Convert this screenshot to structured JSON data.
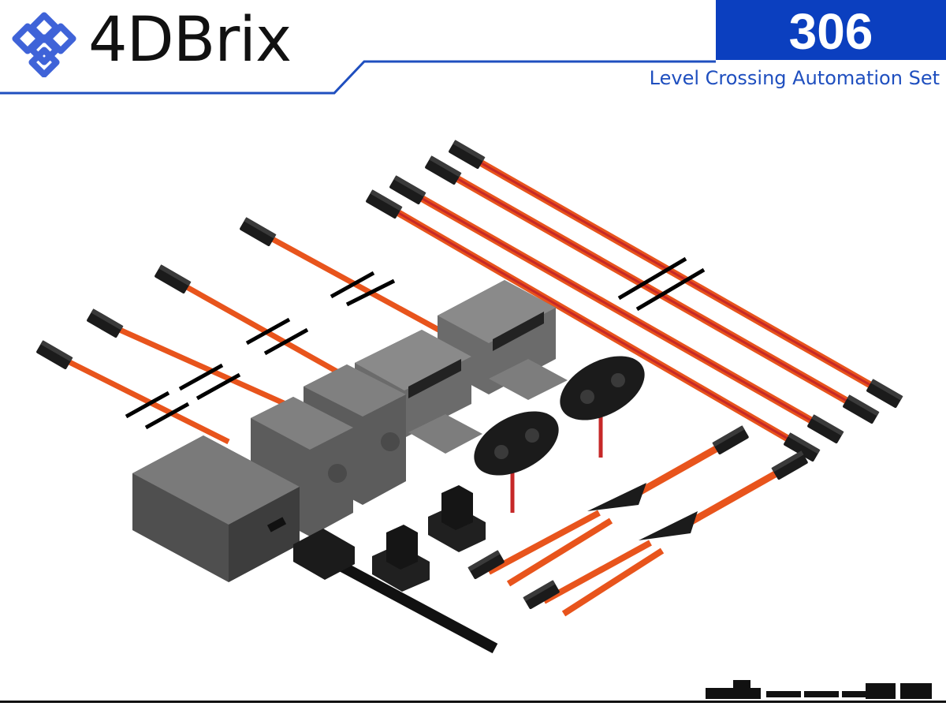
{
  "brand": {
    "name": "4DBrix",
    "logo_icon": "knot-logo-icon",
    "accent": "#1f4fbf"
  },
  "header": {
    "set_number": "306",
    "set_name": "Level Crossing Automation Set",
    "badge_color": "#0b3fbf"
  },
  "illustration": {
    "items": [
      "control-box",
      "servo-motor",
      "servo-motor",
      "crossing-barrier",
      "crossing-barrier",
      "ir-sensor",
      "ir-sensor",
      "sensor-bracket",
      "sensor-bracket",
      "extension-cable",
      "y-splitter-cable",
      "usb-cable"
    ],
    "cable_colors": {
      "orange": "#e8541c",
      "red": "#c62828",
      "yellow": "#f2a01e",
      "brown": "#5a2a10"
    },
    "brick_color": "#6b6b6b"
  },
  "footer": {
    "train_icon": "train-silhouette-icon"
  }
}
